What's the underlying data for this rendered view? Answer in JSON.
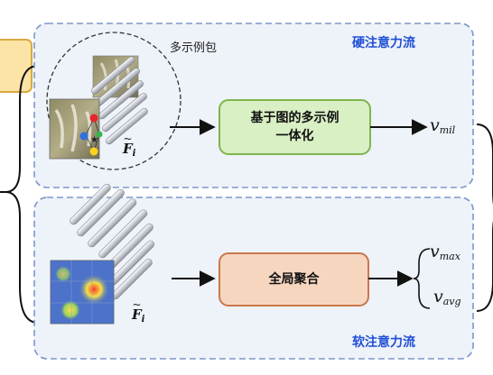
{
  "hard_branch": {
    "title": "硬注意力流",
    "bag_label": "多示例包",
    "feature_symbol": "F",
    "feature_sub": "i",
    "process_label_line1": "基于图的多示例",
    "process_label_line2": "一体化",
    "output_var": "v",
    "output_sub": "mil"
  },
  "soft_branch": {
    "title": "软注意力流",
    "feature_symbol": "F",
    "feature_sub": "i",
    "process_label": "全局聚合",
    "output_max_var": "v",
    "output_max_sub": "max",
    "output_avg_var": "v",
    "output_avg_sub": "avg"
  },
  "colors": {
    "panel_bg": "#eef2f9",
    "panel_border": "#7b98c9",
    "title_blue": "#1f4fd6",
    "green_box_fill": "#d9efc4",
    "green_box_border": "#7fb54e",
    "orange_box_fill": "#f7d6c0",
    "orange_box_border": "#c8784a",
    "input_box_fill": "#fbe4a6",
    "input_box_border": "#d9a93e"
  }
}
